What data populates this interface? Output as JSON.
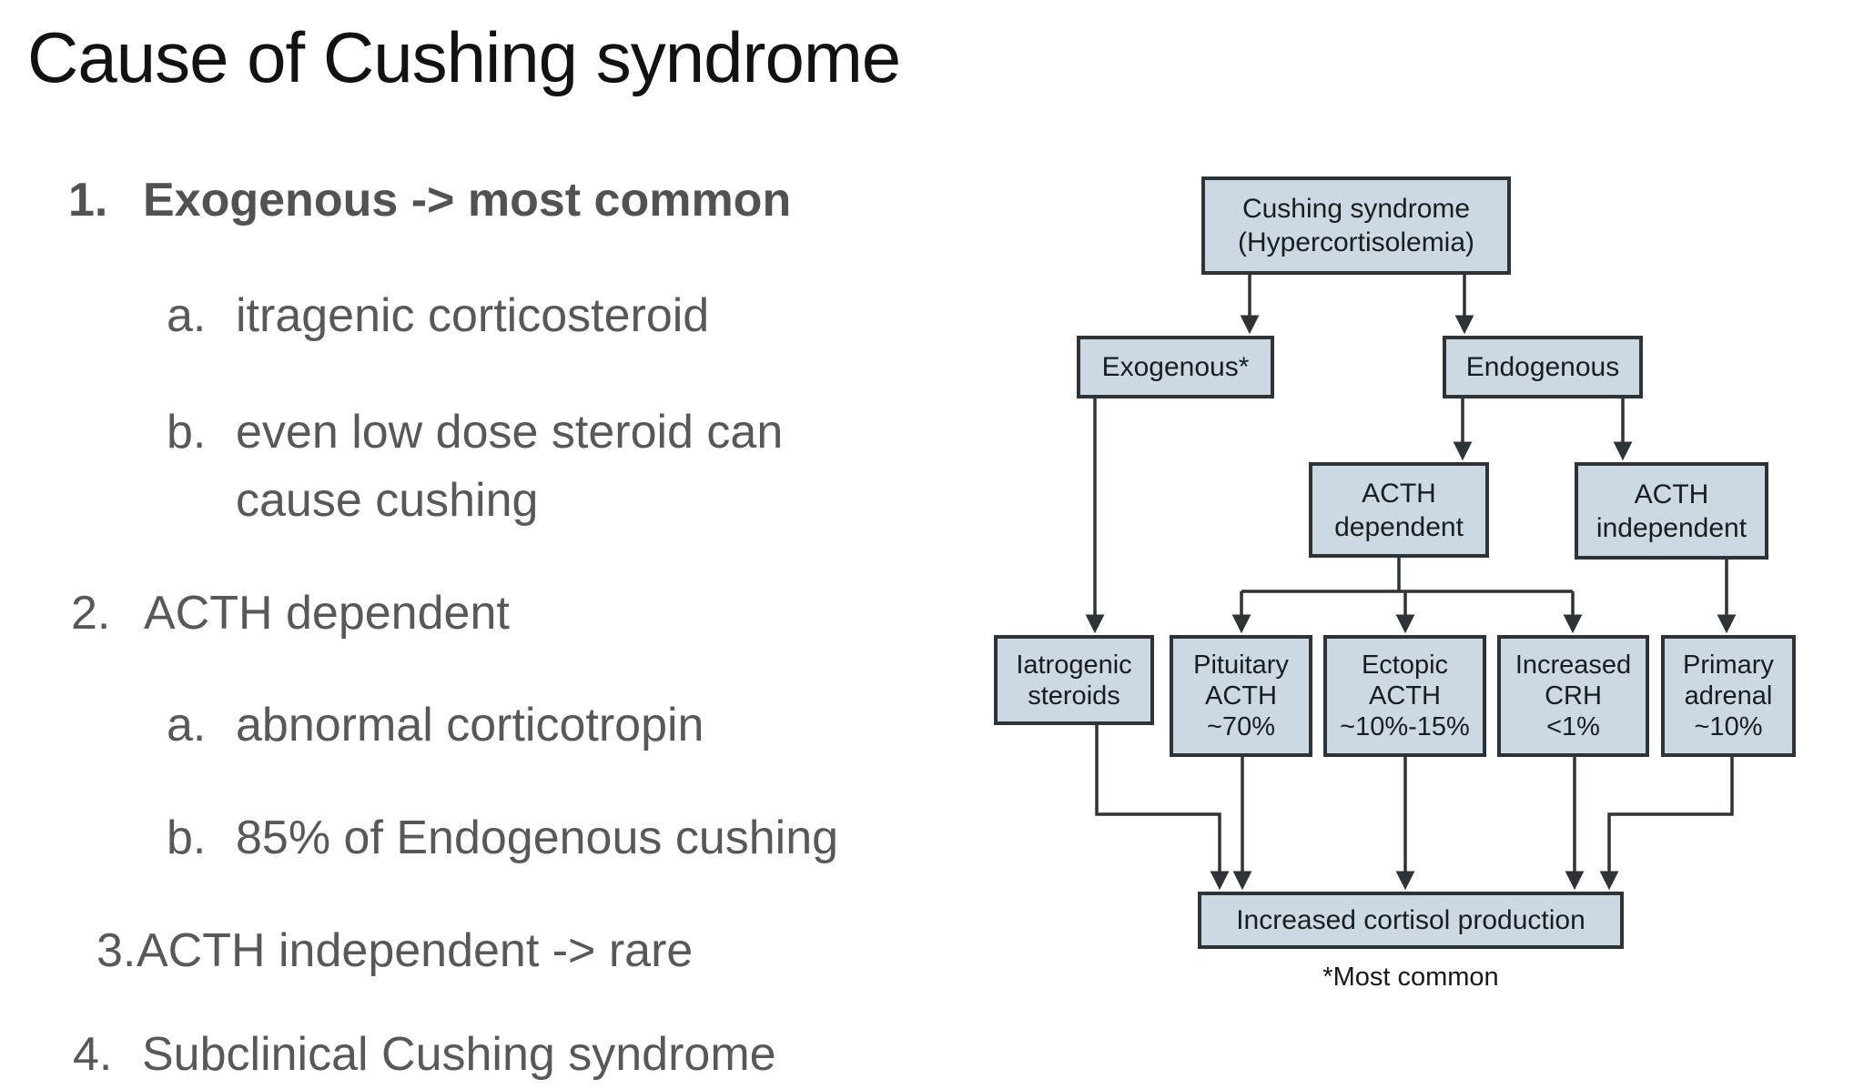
{
  "slide": {
    "title": "Cause of Cushing syndrome",
    "list": [
      {
        "marker": "1.",
        "text": "Exogenous -> most common"
      },
      {
        "marker": "a.",
        "text": "itragenic corticosteroid"
      },
      {
        "marker": "b.",
        "text": "even low dose steroid can\ncause cushing"
      },
      {
        "marker": "2.",
        "text": "ACTH dependent"
      },
      {
        "marker": "a.",
        "text": "abnormal corticotropin"
      },
      {
        "marker": "b.",
        "text": "85% of Endogenous cushing"
      },
      {
        "marker": "3.",
        "text": "ACTH independent -> rare"
      },
      {
        "marker": "4.",
        "text": "Subclinical Cushing syndrome"
      }
    ],
    "text_color": "#58585a",
    "title_color": "#121212"
  },
  "flowchart": {
    "boxes": {
      "cushing": "Cushing syndrome\n(Hypercortisolemia)",
      "exogenous": "Exogenous*",
      "endogenous": "Endogenous",
      "acth_dependent": "ACTH\ndependent",
      "acth_independent": "ACTH\nindependent",
      "iatrogenic": "Iatrogenic\nsteroids",
      "pituitary": "Pituitary\nACTH\n~70%",
      "ectopic": "Ectopic\nACTH\n~10%-15%",
      "crh": "Increased\nCRH\n<1%",
      "primary": "Primary\nadrenal\n~10%",
      "cortisol": "Increased cortisol production"
    },
    "footnote": "*Most common",
    "colors": {
      "box_fill": "#cdd9e2",
      "box_border": "#2e3338",
      "connector": "#2e3338"
    }
  }
}
